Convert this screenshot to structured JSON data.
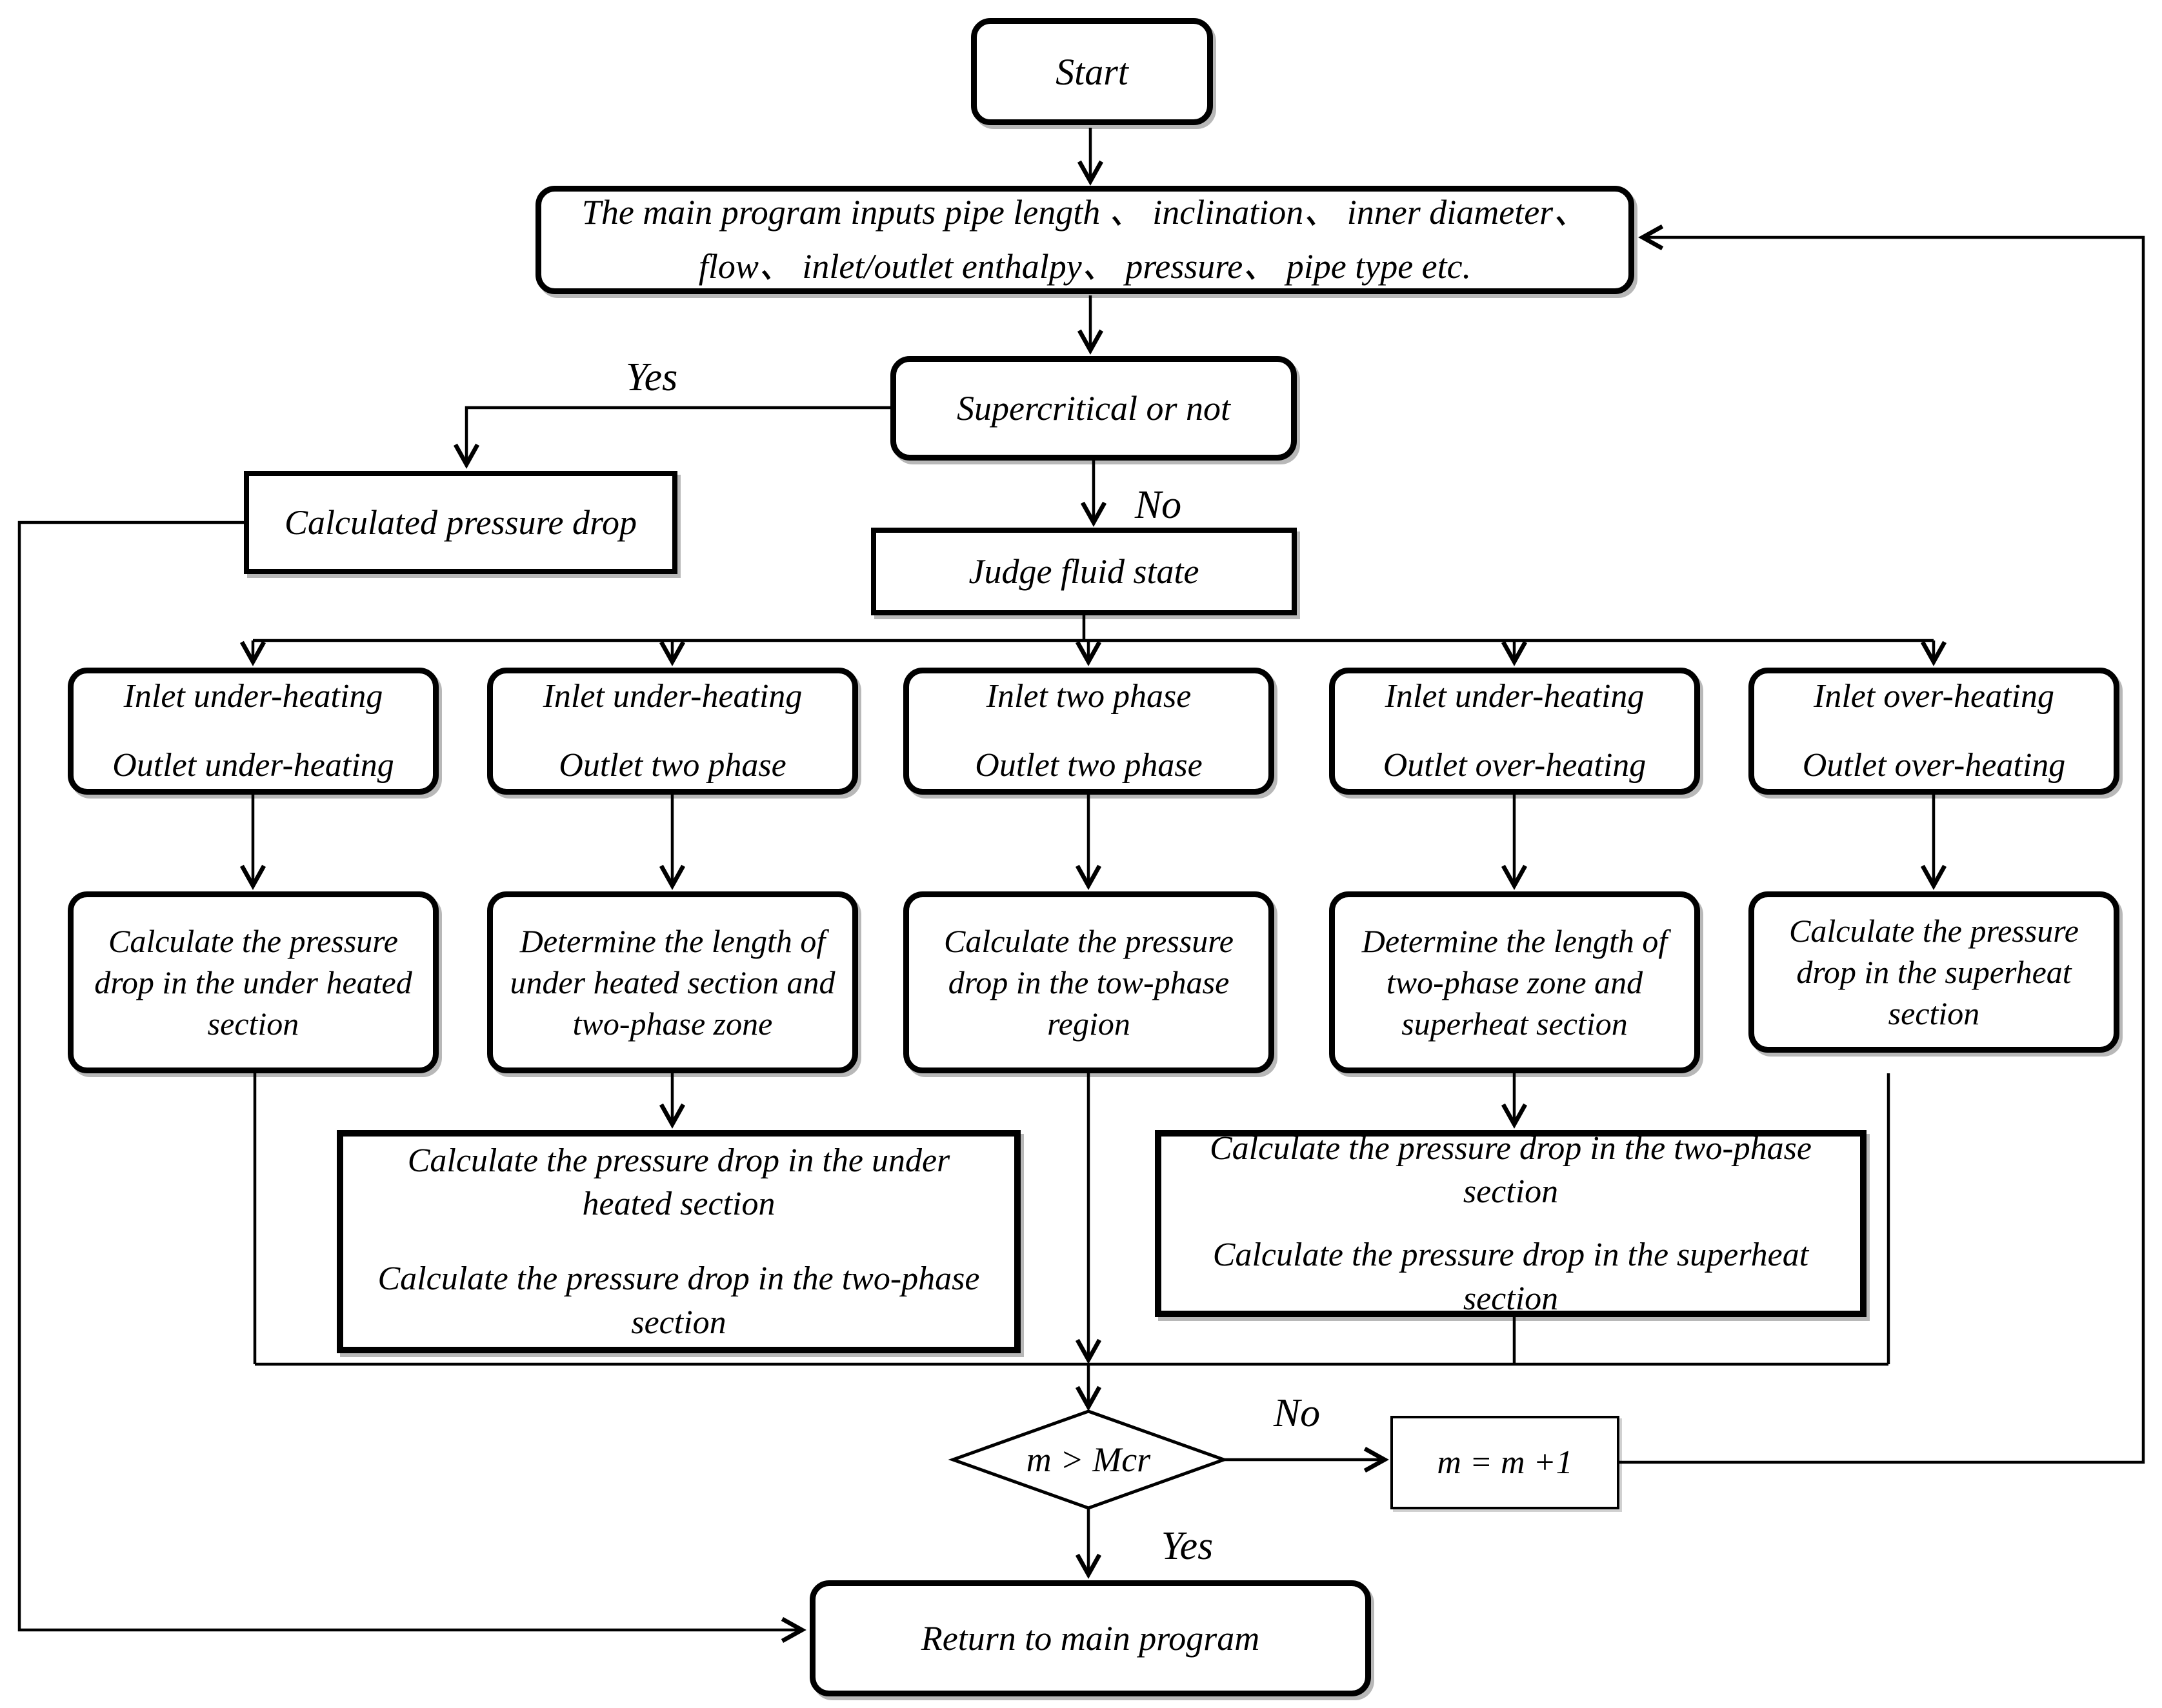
{
  "nodes": {
    "start": "Start",
    "main_input": {
      "line1": "The main program inputs pipe length 、 inclination、 inner diameter、",
      "line2": "flow、 inlet/outlet  enthalpy、 pressure、 pipe type  etc."
    },
    "supercritical": "Supercritical or not",
    "calculated_pressure_drop": "Calculated  pressure drop",
    "judge_fluid_state": "Judge fluid state",
    "branches": [
      {
        "line1": "Inlet under-heating",
        "line2": "Outlet under-heating"
      },
      {
        "line1": "Inlet under-heating",
        "line2": "Outlet two phase"
      },
      {
        "line1": "Inlet  two phase",
        "line2": "Outlet two phase"
      },
      {
        "line1": "Inlet under-heating",
        "line2": "Outlet over-heating"
      },
      {
        "line1": "Inlet over-heating",
        "line2": "Outlet over-heating"
      }
    ],
    "calcs": [
      "Calculate the pressure drop in the under heated section",
      "Determine the length of under heated section and two-phase zone",
      "Calculate the pressure drop in the tow-phase region",
      "Determine the length of  two-phase zone and superheat section",
      "Calculate  the pressure drop in the superheat section"
    ],
    "combined_left": {
      "para1": "Calculate the pressure drop in the under heated section",
      "para2": "Calculate the pressure drop in the two-phase section"
    },
    "combined_right": {
      "para1": "Calculate the pressure drop in the two-phase section",
      "para2": "Calculate the pressure drop in the superheat section"
    },
    "decision": "m > Mcr",
    "increment": "m = m +1",
    "return": "Return to main program"
  },
  "labels": {
    "supercritical_yes": "Yes",
    "supercritical_no": "No",
    "decision_no": "No",
    "decision_yes": "Yes"
  },
  "colors": {
    "line": "#000000",
    "box_background": "#ffffff"
  }
}
